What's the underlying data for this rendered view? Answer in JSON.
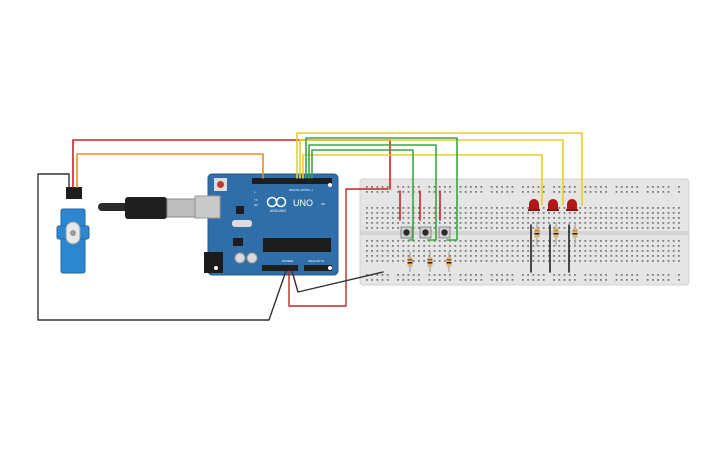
{
  "board": {
    "brand": "ARDUINO",
    "model": "UNO",
    "digital_label": "DIGITAL (PWM ~)",
    "power_label": "POWER",
    "analog_label": "ANALOG IN",
    "tx_label": "TX",
    "rx_label": "RX",
    "on_label": "ON",
    "l_label": "L"
  },
  "components": {
    "servo": "servo-motor",
    "buttons": 3,
    "leds": 3,
    "resistors": 6
  },
  "colors": {
    "background": "#ffffff",
    "board_blue": "#2f6ea8",
    "breadboard": "#e6e6e6",
    "wire_red": "#cc2222",
    "wire_orange": "#e8901c",
    "wire_yellow": "#e6cf2a",
    "wire_green": "#3aa640",
    "wire_black": "#333333",
    "led_red": "#b01818",
    "servo_blue": "#2d86d0"
  }
}
